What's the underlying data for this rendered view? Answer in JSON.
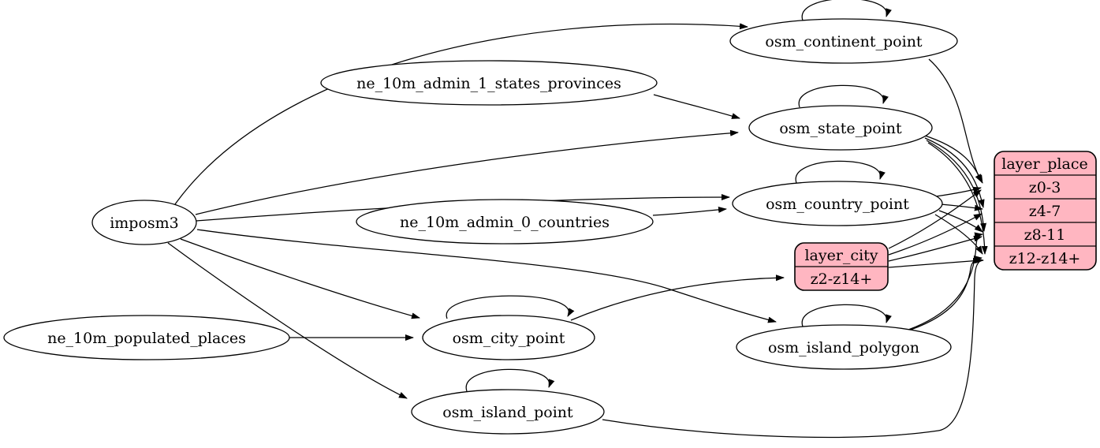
{
  "diagram": {
    "kind": "etl-graph",
    "colors": {
      "background": "#ffffff",
      "node_fill": "#ffffff",
      "record_fill": "#ffb6c1",
      "stroke": "#000000"
    },
    "nodes": {
      "imposm3": {
        "label": "imposm3"
      },
      "ne_10m_admin_1_states_provinces": {
        "label": "ne_10m_admin_1_states_provinces"
      },
      "ne_10m_admin_0_countries": {
        "label": "ne_10m_admin_0_countries"
      },
      "ne_10m_populated_places": {
        "label": "ne_10m_populated_places"
      },
      "osm_continent_point": {
        "label": "osm_continent_point"
      },
      "osm_state_point": {
        "label": "osm_state_point"
      },
      "osm_country_point": {
        "label": "osm_country_point"
      },
      "osm_city_point": {
        "label": "osm_city_point"
      },
      "osm_island_polygon": {
        "label": "osm_island_polygon"
      },
      "osm_island_point": {
        "label": "osm_island_point"
      }
    },
    "records": {
      "layer_city": {
        "title": "layer_city",
        "rows": [
          "z2-z14+"
        ]
      },
      "layer_place": {
        "title": "layer_place",
        "rows": [
          "z0-3",
          "z4-7",
          "z8-11",
          "z12-z14+"
        ]
      }
    },
    "edges": [
      {
        "from": "imposm3",
        "to": "osm_continent_point"
      },
      {
        "from": "imposm3",
        "to": "osm_state_point"
      },
      {
        "from": "imposm3",
        "to": "osm_country_point"
      },
      {
        "from": "imposm3",
        "to": "osm_city_point"
      },
      {
        "from": "imposm3",
        "to": "osm_island_polygon"
      },
      {
        "from": "imposm3",
        "to": "osm_island_point"
      },
      {
        "from": "ne_10m_admin_1_states_provinces",
        "to": "osm_state_point"
      },
      {
        "from": "ne_10m_admin_0_countries",
        "to": "osm_country_point"
      },
      {
        "from": "ne_10m_populated_places",
        "to": "osm_city_point"
      },
      {
        "from": "osm_continent_point",
        "to": "osm_continent_point"
      },
      {
        "from": "osm_state_point",
        "to": "osm_state_point"
      },
      {
        "from": "osm_country_point",
        "to": "osm_country_point"
      },
      {
        "from": "osm_city_point",
        "to": "osm_city_point"
      },
      {
        "from": "osm_island_polygon",
        "to": "osm_island_polygon"
      },
      {
        "from": "osm_island_point",
        "to": "osm_island_point"
      },
      {
        "from": "osm_continent_point",
        "to": "layer_place:z0-3"
      },
      {
        "from": "osm_state_point",
        "to": "layer_place:z0-3"
      },
      {
        "from": "osm_state_point",
        "to": "layer_place:z4-7"
      },
      {
        "from": "osm_state_point",
        "to": "layer_place:z8-11"
      },
      {
        "from": "osm_state_point",
        "to": "layer_place:z12-z14+"
      },
      {
        "from": "osm_country_point",
        "to": "layer_place:z0-3"
      },
      {
        "from": "osm_country_point",
        "to": "layer_place:z4-7"
      },
      {
        "from": "osm_country_point",
        "to": "layer_place:z8-11"
      },
      {
        "from": "osm_country_point",
        "to": "layer_place:z12-z14+"
      },
      {
        "from": "osm_city_point",
        "to": "layer_city:z2-z14+"
      },
      {
        "from": "layer_city",
        "to": "layer_place:z0-3"
      },
      {
        "from": "layer_city",
        "to": "layer_place:z4-7"
      },
      {
        "from": "layer_city",
        "to": "layer_place:z8-11"
      },
      {
        "from": "layer_city",
        "to": "layer_place:z12-z14+"
      },
      {
        "from": "osm_island_polygon",
        "to": "layer_place:z8-11"
      },
      {
        "from": "osm_island_polygon",
        "to": "layer_place:z12-z14+"
      },
      {
        "from": "osm_island_point",
        "to": "layer_place:z12-z14+"
      }
    ]
  }
}
